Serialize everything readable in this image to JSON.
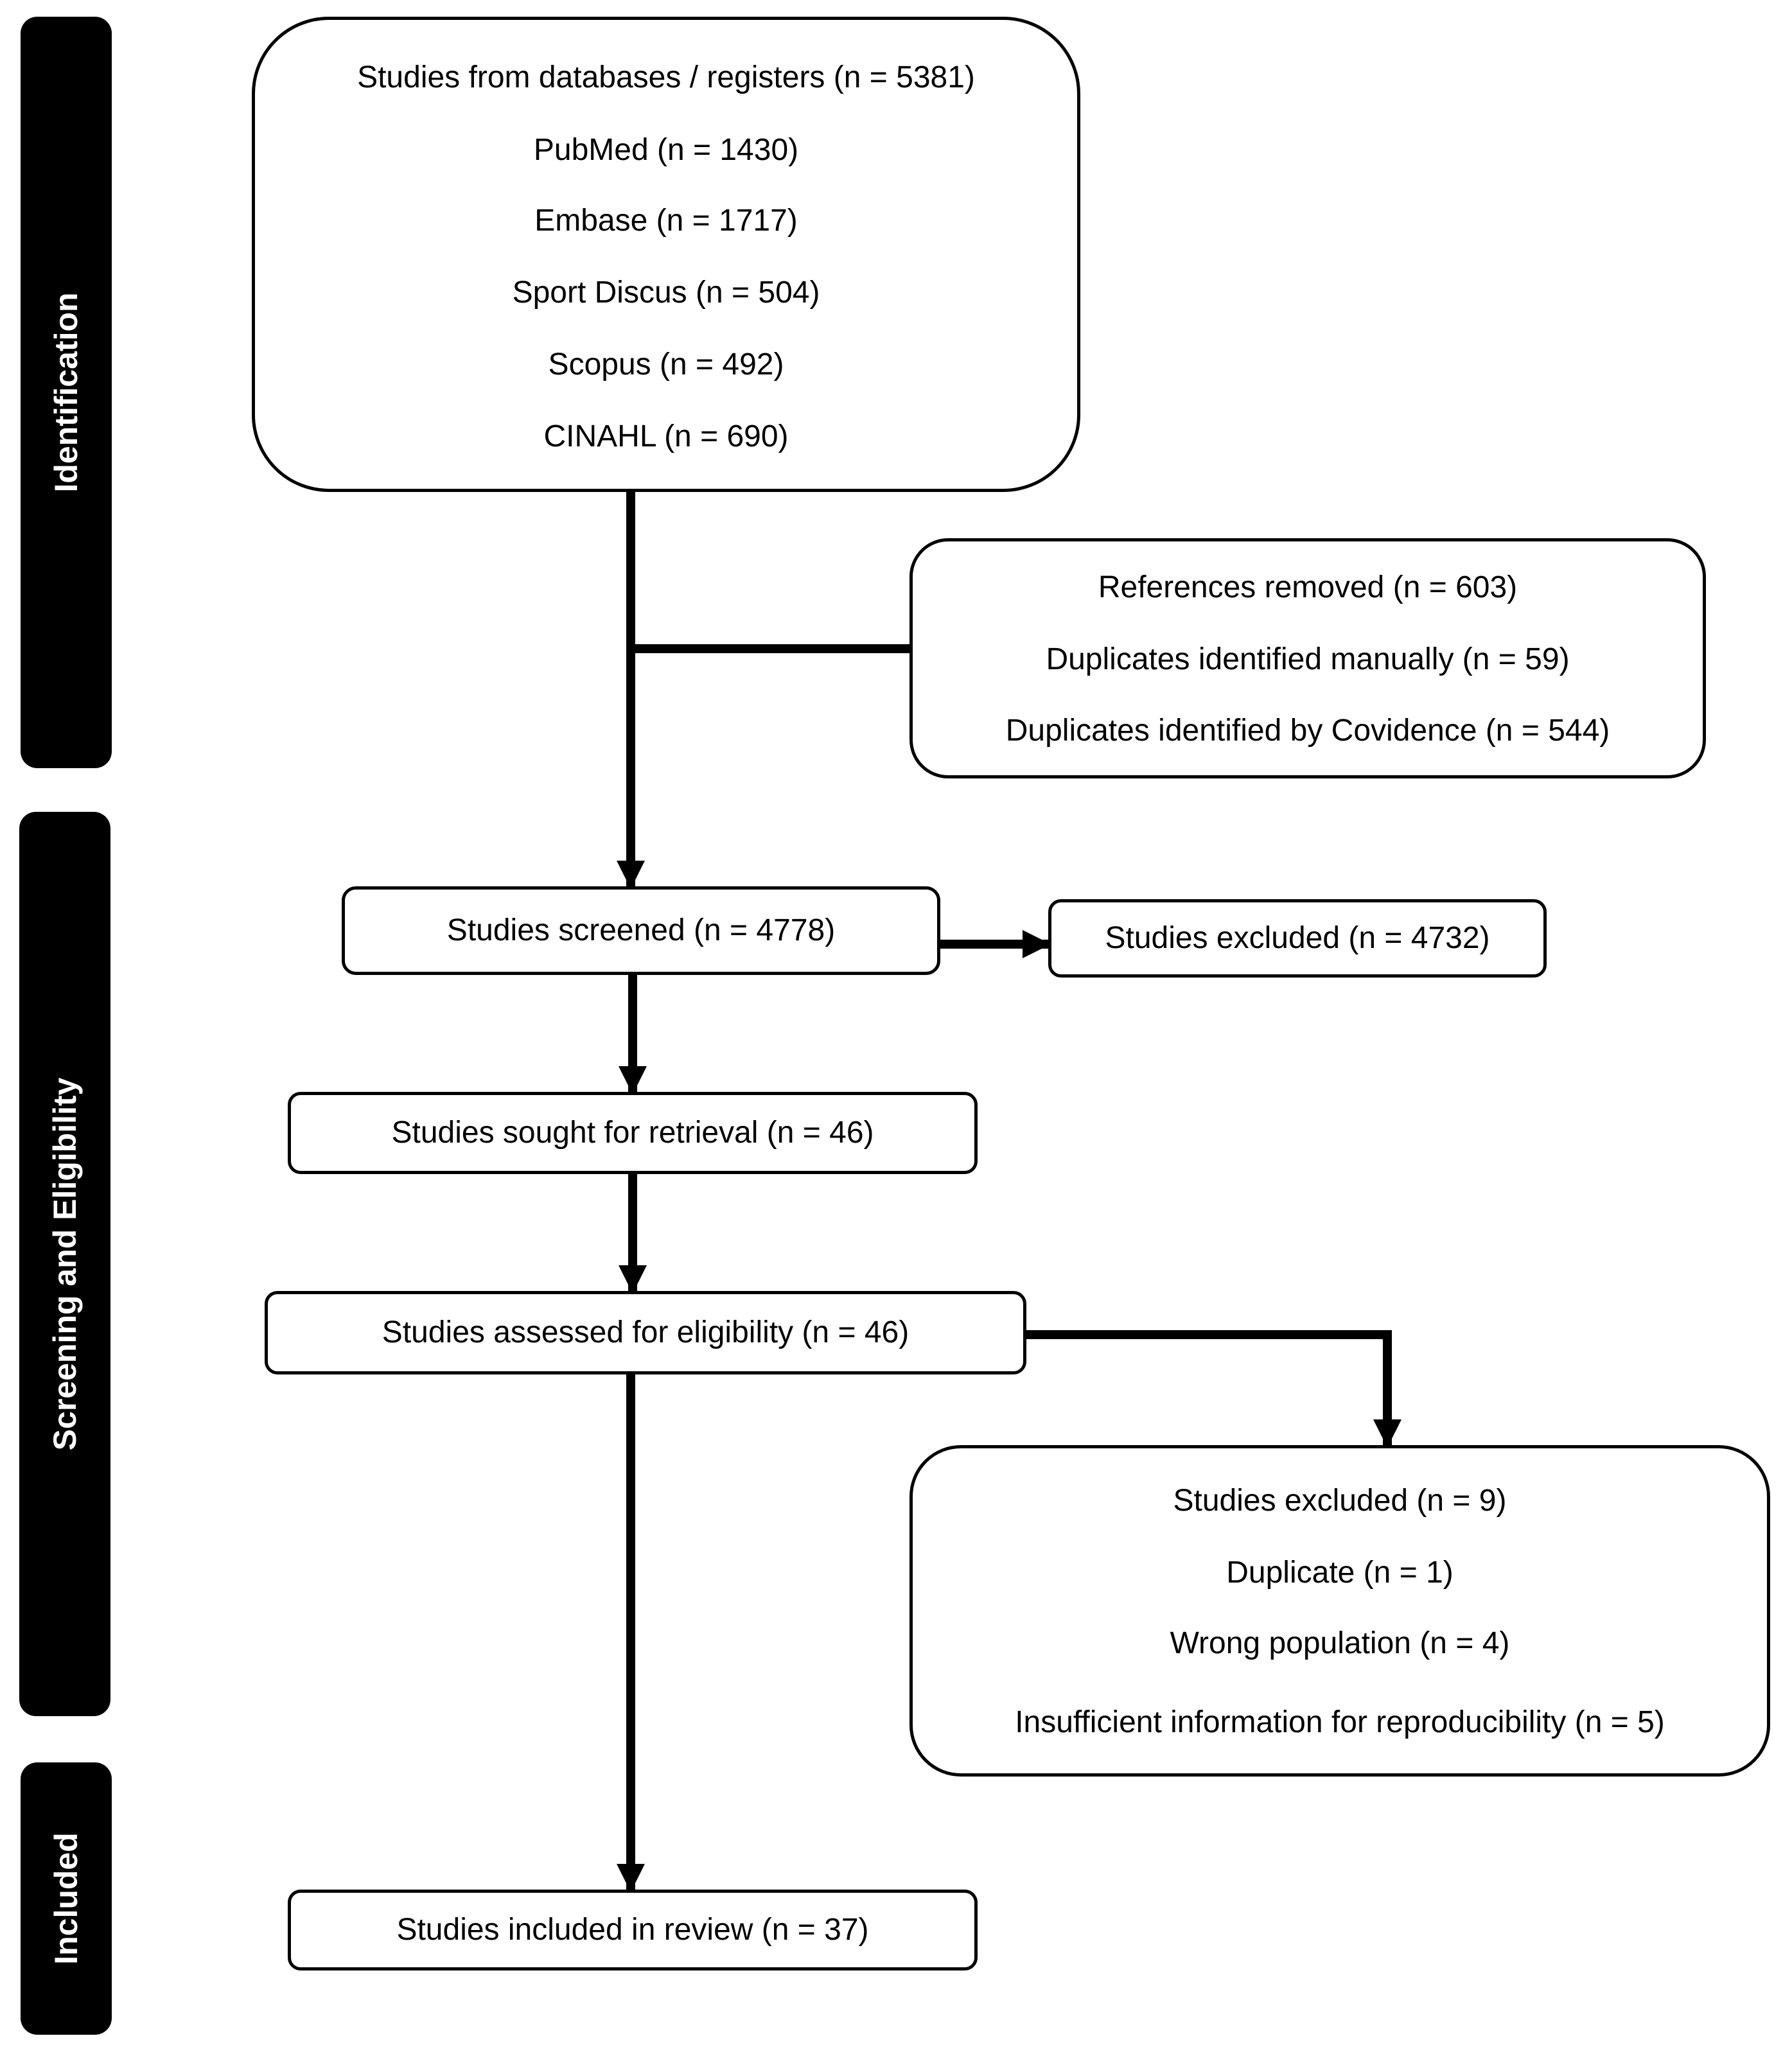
{
  "phases": {
    "identification": "Identification",
    "screening": "Screening and Eligibility",
    "included": "Included"
  },
  "identification_box": {
    "lines": [
      "Studies from databases / registers (n = 5381)",
      "PubMed (n = 1430)",
      "Embase (n = 1717)",
      "Sport Discus (n = 504)",
      "Scopus (n = 492)",
      "CINAHL (n = 690)"
    ]
  },
  "removed_box": {
    "lines": [
      "References removed (n = 603)",
      "Duplicates identified manually (n = 59)",
      "Duplicates identified by Covidence (n = 544)"
    ]
  },
  "screened_box": {
    "text": "Studies screened (n = 4778)"
  },
  "screen_excluded_box": {
    "text": "Studies excluded (n = 4732)"
  },
  "retrieval_box": {
    "text": "Studies sought for retrieval (n = 46)"
  },
  "eligibility_box": {
    "text": "Studies assessed for eligibility (n = 46)"
  },
  "eligibility_excluded_box": {
    "lines": [
      "Studies excluded (n = 9)",
      "Duplicate (n = 1)",
      "Wrong population (n = 4)",
      "Insufficient information for reproducibility (n = 5)"
    ]
  },
  "included_box": {
    "text": "Studies included in review (n = 37)"
  },
  "colors": {
    "phase_bg": "#000000",
    "phase_text": "#ffffff",
    "box_border": "#000000"
  }
}
